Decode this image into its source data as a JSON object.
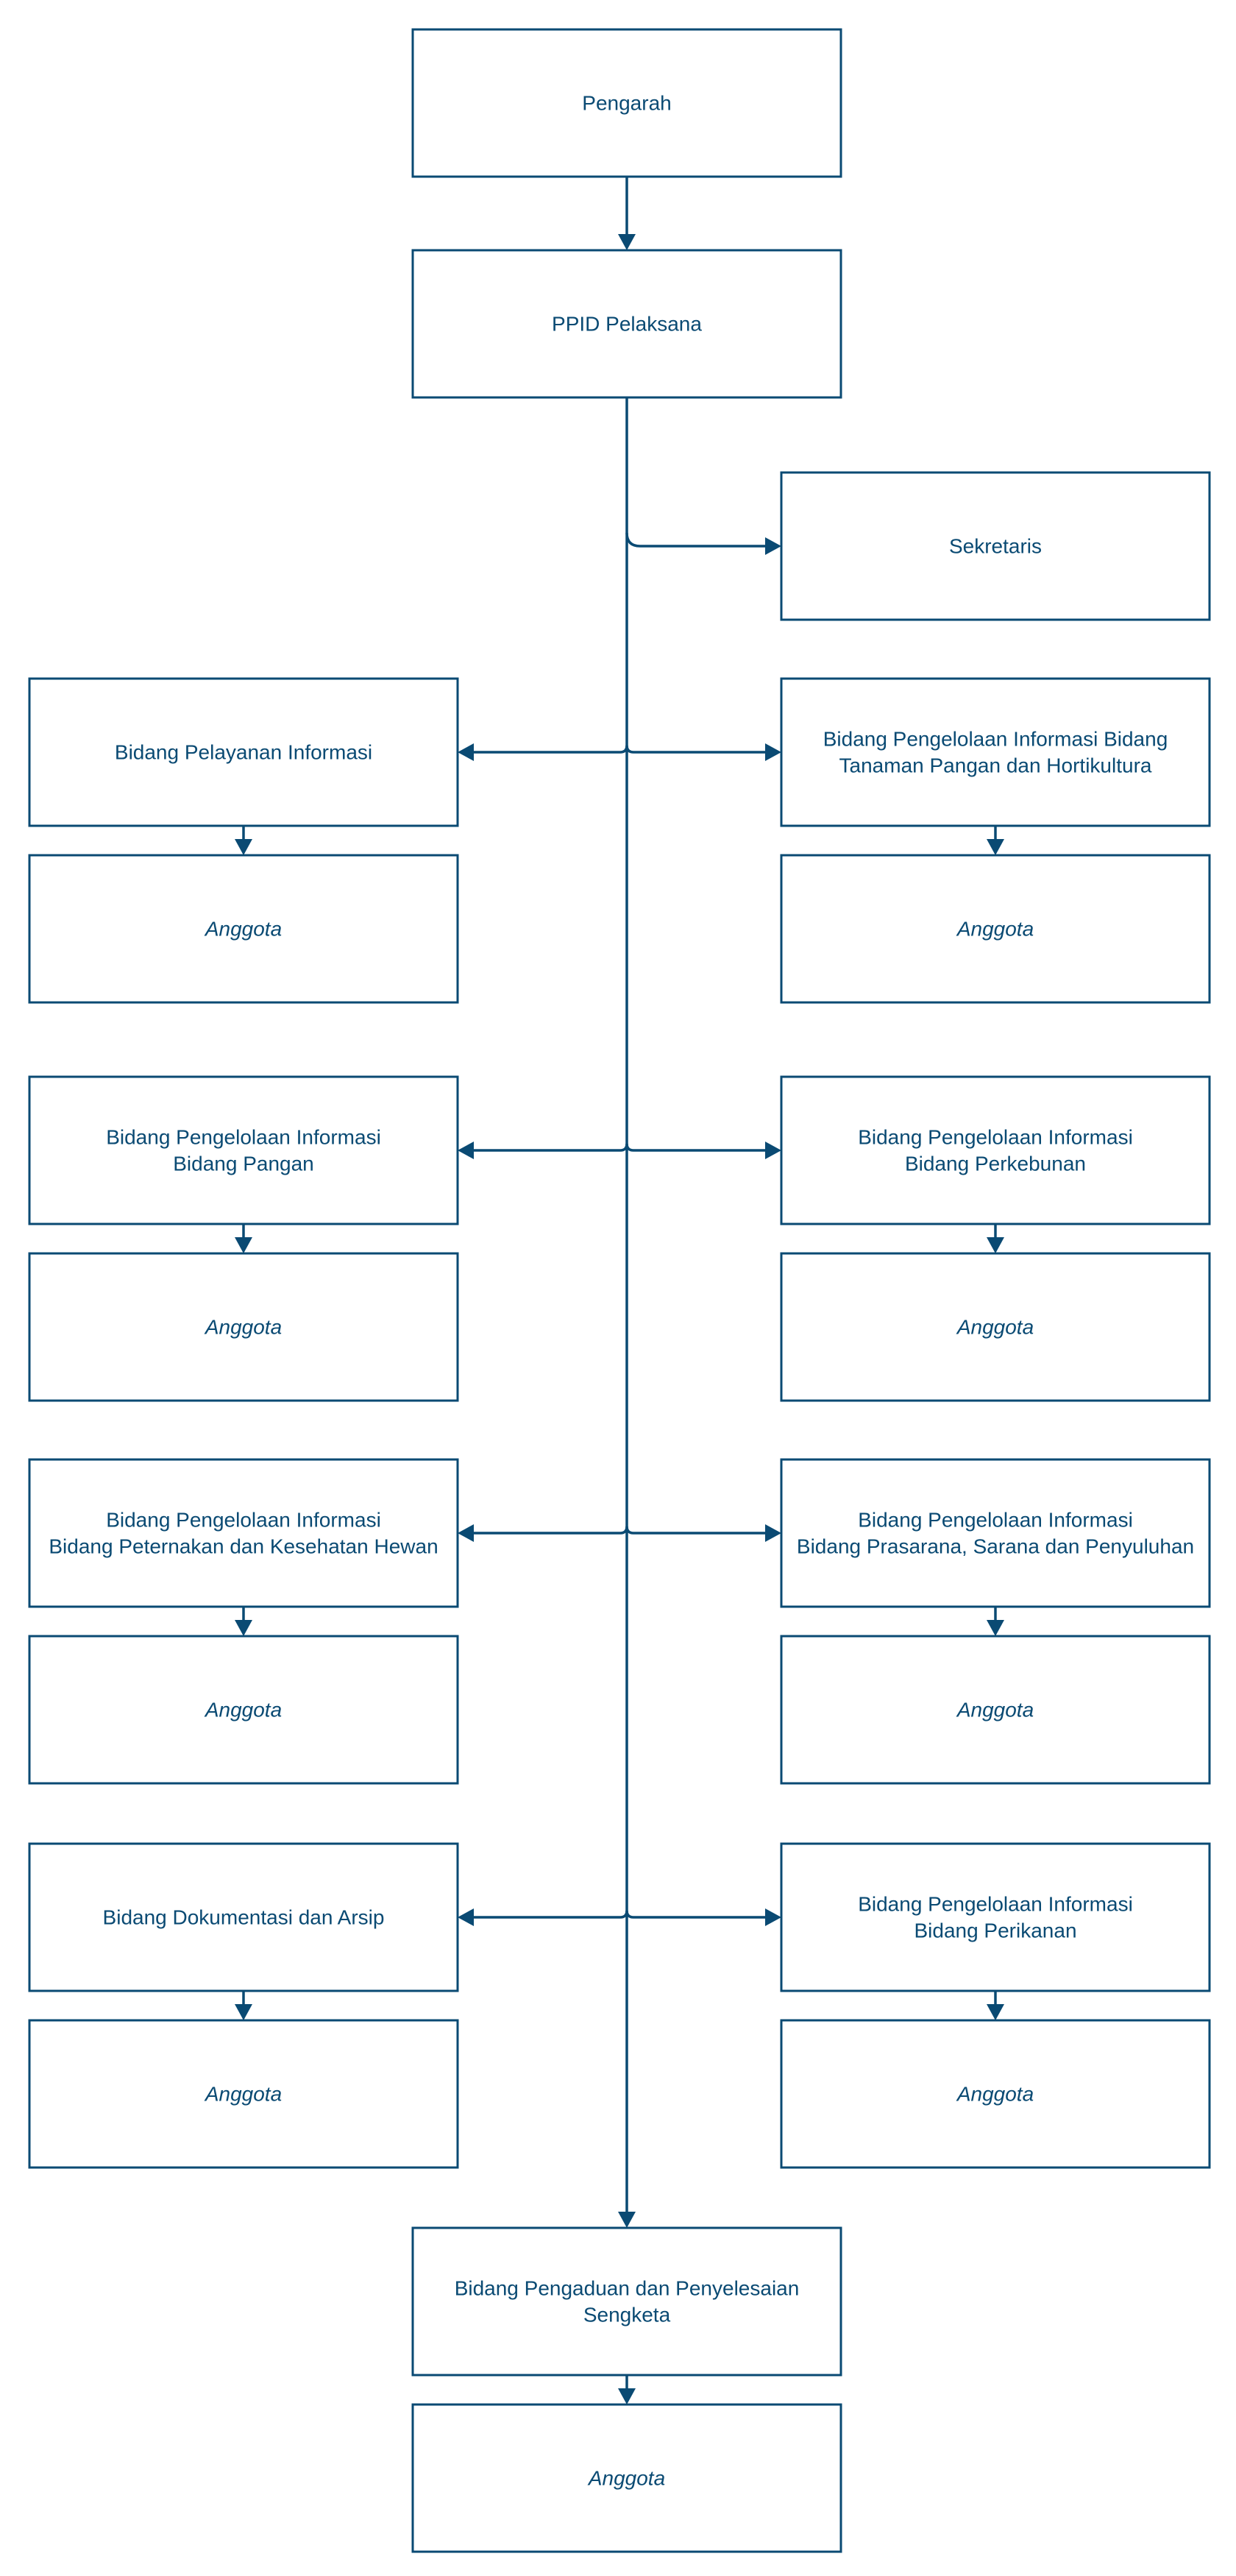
{
  "colors": {
    "stroke": "#0a4a73",
    "text": "#0a4a73",
    "background": "#ffffff"
  },
  "nodes": {
    "pengarah": {
      "lines": [
        "Pengarah"
      ]
    },
    "pelaksana": {
      "lines": [
        "PPID Pelaksana"
      ]
    },
    "sekretaris": {
      "lines": [
        "Sekretaris"
      ]
    },
    "pelayanan": {
      "lines": [
        "Bidang Pelayanan Informasi"
      ]
    },
    "tanaman": {
      "lines": [
        "Bidang Pengelolaan Informasi Bidang",
        "Tanaman Pangan dan Hortikultura"
      ]
    },
    "pangan": {
      "lines": [
        "Bidang Pengelolaan Informasi",
        "Bidang Pangan"
      ]
    },
    "perkebunan": {
      "lines": [
        "Bidang Pengelolaan Informasi",
        "Bidang Perkebunan"
      ]
    },
    "peternakan": {
      "lines": [
        "Bidang Pengelolaan Informasi",
        "Bidang Peternakan dan Kesehatan Hewan"
      ]
    },
    "prasarana": {
      "lines": [
        "Bidang Pengelolaan Informasi",
        "Bidang Prasarana, Sarana dan Penyuluhan"
      ]
    },
    "dokumentasi": {
      "lines": [
        "Bidang Dokumentasi dan Arsip"
      ]
    },
    "perikanan": {
      "lines": [
        "Bidang Pengelolaan Informasi",
        "Bidang Perikanan"
      ]
    },
    "pengaduan": {
      "lines": [
        "Bidang Pengaduan dan Penyelesaian",
        "Sengketa"
      ]
    },
    "anggota_pelayanan": {
      "lines": [
        "Anggota"
      ]
    },
    "anggota_tanaman": {
      "lines": [
        "Anggota"
      ]
    },
    "anggota_pangan": {
      "lines": [
        "Anggota"
      ]
    },
    "anggota_perkebunan": {
      "lines": [
        "Anggota"
      ]
    },
    "anggota_peternakan": {
      "lines": [
        "Anggota"
      ]
    },
    "anggota_prasarana": {
      "lines": [
        "Anggota"
      ]
    },
    "anggota_dokumentasi": {
      "lines": [
        "Anggota"
      ]
    },
    "anggota_perikanan": {
      "lines": [
        "Anggota"
      ]
    },
    "anggota_pengaduan": {
      "lines": [
        "Anggota"
      ]
    }
  },
  "edges": [
    [
      "pengarah",
      "pelaksana"
    ],
    [
      "pelaksana",
      "sekretaris"
    ],
    [
      "pelaksana",
      "pelayanan"
    ],
    [
      "pelaksana",
      "tanaman"
    ],
    [
      "pelaksana",
      "pangan"
    ],
    [
      "pelaksana",
      "perkebunan"
    ],
    [
      "pelaksana",
      "peternakan"
    ],
    [
      "pelaksana",
      "prasarana"
    ],
    [
      "pelaksana",
      "dokumentasi"
    ],
    [
      "pelaksana",
      "perikanan"
    ],
    [
      "pelaksana",
      "pengaduan"
    ],
    [
      "pelayanan",
      "anggota_pelayanan"
    ],
    [
      "tanaman",
      "anggota_tanaman"
    ],
    [
      "pangan",
      "anggota_pangan"
    ],
    [
      "perkebunan",
      "anggota_perkebunan"
    ],
    [
      "peternakan",
      "anggota_peternakan"
    ],
    [
      "prasarana",
      "anggota_prasarana"
    ],
    [
      "dokumentasi",
      "anggota_dokumentasi"
    ],
    [
      "perikanan",
      "anggota_perikanan"
    ],
    [
      "pengaduan",
      "anggota_pengaduan"
    ]
  ]
}
